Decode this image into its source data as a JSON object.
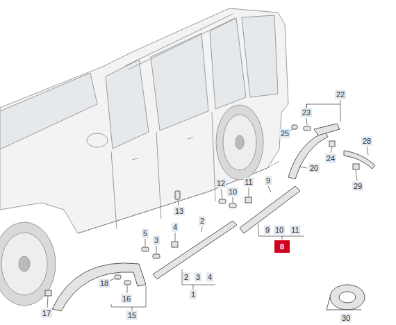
{
  "diagram": {
    "nodes": [
      {
        "text": [
          "8"
        ]
      }
    ],
    "labels": [
      "22",
      "23",
      "25",
      "28",
      "24",
      "20",
      "29",
      "12",
      "10",
      "11",
      "9",
      "13",
      "2",
      "5",
      "4",
      "3",
      "9",
      "10",
      "11",
      "2",
      "3",
      "4",
      "1",
      "18",
      "16",
      "15",
      "17",
      "30"
    ]
  }
}
